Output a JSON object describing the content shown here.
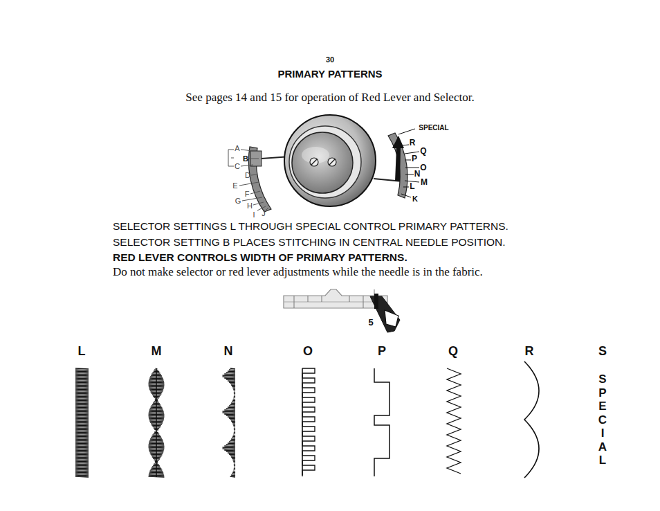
{
  "diagram": {
    "title": "PRIMARY PATTERNS",
    "labels": [
      "30",
      "See pages 14 and 15 for operation of Red Lever and Selector.",
      "A",
      "B",
      "C",
      "D",
      "E",
      "F",
      "G",
      "H",
      "I",
      "J",
      "SPECIAL",
      "R",
      "Q",
      "P",
      "O",
      "N",
      "M",
      "L",
      "K",
      "SELECTOR SETTINGS L THROUGH SPECIAL CONTROL PRIMARY PATTERNS.",
      "SELECTOR SETTING B PLACES STITCHING IN CENTRAL NEEDLE POSITION.",
      "RED LEVER CONTROLS WIDTH OF PRIMARY PATTERNS.",
      "Do not make selector or red lever adjustments while the needle is in the fabric.",
      "5",
      "L",
      "M",
      "N",
      "O",
      "P",
      "Q",
      "R",
      "S",
      "SPECIAL"
    ]
  }
}
